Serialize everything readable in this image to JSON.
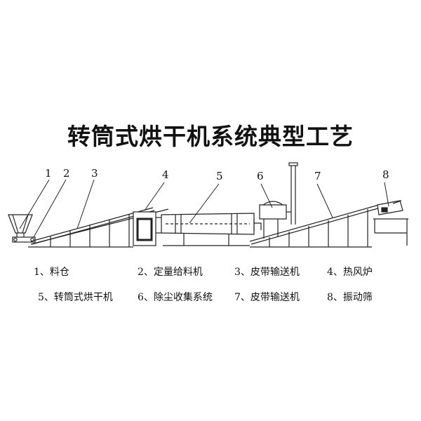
{
  "title": "转筒式烘干机系统典型工艺",
  "components": [
    {
      "num": "1",
      "name": "料仓"
    },
    {
      "num": "2",
      "name": "定量给料机"
    },
    {
      "num": "3",
      "name": "皮带输送机"
    },
    {
      "num": "4",
      "name": "热风炉"
    },
    {
      "num": "5",
      "name": "转筒式烘干机"
    },
    {
      "num": "6",
      "name": "除尘收集系统"
    },
    {
      "num": "7",
      "name": "皮带输送机"
    },
    {
      "num": "8",
      "name": "振动筛"
    }
  ],
  "legend": [
    "1、料仓",
    "2、定量给料机",
    "3、皮带输送机",
    "4、热风炉",
    "5、转筒式烘干机",
    "6、除尘收集系统",
    "7、皮带输送机",
    "8、振动筛"
  ]
}
